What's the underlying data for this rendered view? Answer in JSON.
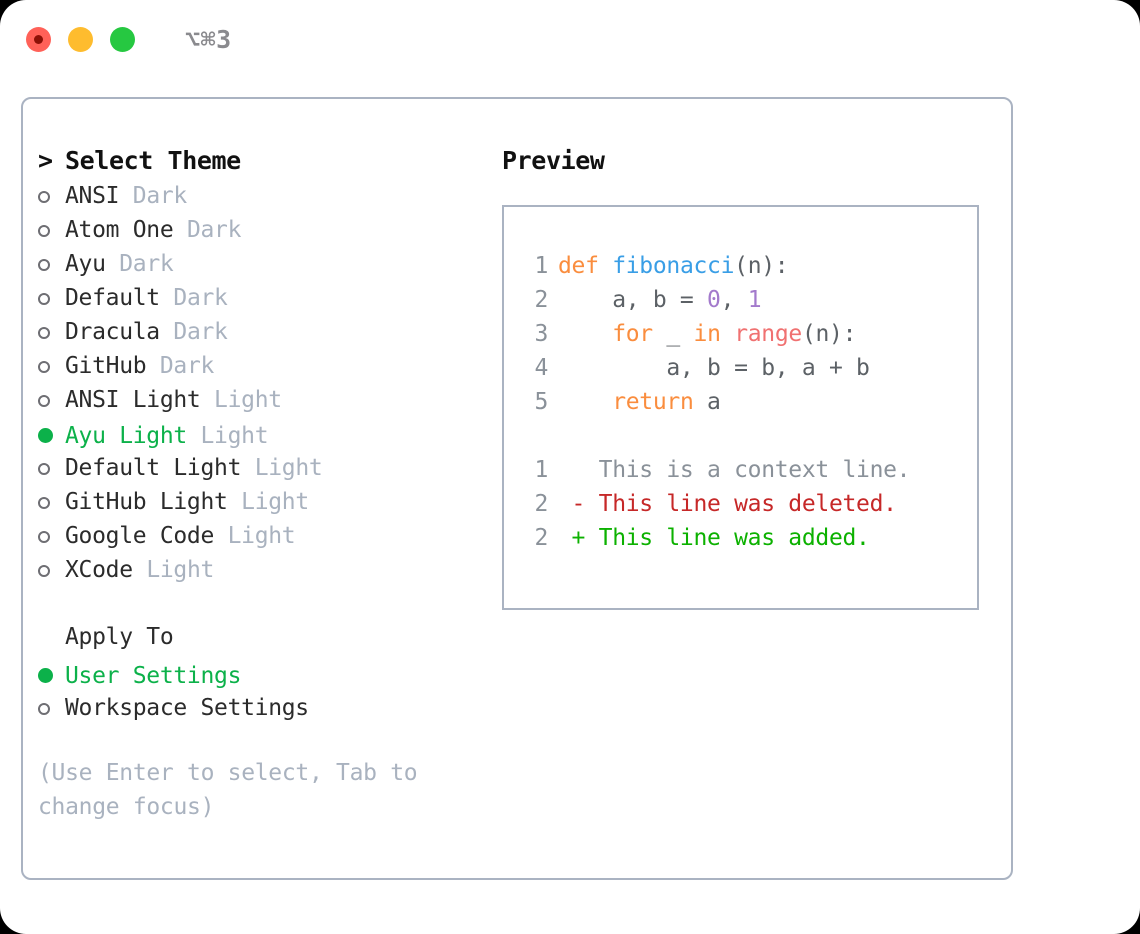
{
  "titlebar": {
    "lights": [
      {
        "name": "close-button",
        "color": "#ff6158"
      },
      {
        "name": "minimize-button",
        "color": "#febc2e"
      },
      {
        "name": "maximize-button",
        "color": "#26c841"
      }
    ],
    "shortcut": "⌥⌘3"
  },
  "theme_panel": {
    "heading_caret": ">",
    "heading": "Select Theme",
    "bullet_selected": "●",
    "bullet_unselected": "○",
    "themes": [
      {
        "label": "ANSI",
        "kind": "Dark",
        "selected": false
      },
      {
        "label": "Atom One",
        "kind": "Dark",
        "selected": false
      },
      {
        "label": "Ayu",
        "kind": "Dark",
        "selected": false
      },
      {
        "label": "Default",
        "kind": "Dark",
        "selected": false
      },
      {
        "label": "Dracula",
        "kind": "Dark",
        "selected": false
      },
      {
        "label": "GitHub",
        "kind": "Dark",
        "selected": false
      },
      {
        "label": "ANSI Light",
        "kind": "Light",
        "selected": false
      },
      {
        "label": "Ayu Light",
        "kind": "Light",
        "selected": true
      },
      {
        "label": "Default Light",
        "kind": "Light",
        "selected": false
      },
      {
        "label": "GitHub Light",
        "kind": "Light",
        "selected": false
      },
      {
        "label": "Google Code",
        "kind": "Light",
        "selected": false
      },
      {
        "label": "XCode",
        "kind": "Light",
        "selected": false
      }
    ],
    "apply_to_label": "Apply To",
    "apply_to_options": [
      {
        "label": "User Settings",
        "selected": true
      },
      {
        "label": "Workspace Settings",
        "selected": false
      }
    ],
    "hint": "(Use Enter to select, Tab to change focus)"
  },
  "preview": {
    "title": "Preview",
    "code_lines": [
      {
        "num": "1",
        "tokens": [
          {
            "t": "def ",
            "cls": "tok-kw"
          },
          {
            "t": "fibonacci",
            "cls": "tok-fn"
          },
          {
            "t": "(n):",
            "cls": "tok-pln"
          }
        ]
      },
      {
        "num": "2",
        "tokens": [
          {
            "t": "    a, b = ",
            "cls": "tok-pln"
          },
          {
            "t": "0",
            "cls": "tok-num"
          },
          {
            "t": ", ",
            "cls": "tok-pln"
          },
          {
            "t": "1",
            "cls": "tok-num"
          }
        ]
      },
      {
        "num": "3",
        "tokens": [
          {
            "t": "    ",
            "cls": "tok-pln"
          },
          {
            "t": "for",
            "cls": "tok-kw"
          },
          {
            "t": " _ ",
            "cls": "tok-pln"
          },
          {
            "t": "in",
            "cls": "tok-kw"
          },
          {
            "t": " ",
            "cls": "tok-pln"
          },
          {
            "t": "range",
            "cls": "tok-call"
          },
          {
            "t": "(n):",
            "cls": "tok-pln"
          }
        ]
      },
      {
        "num": "4",
        "tokens": [
          {
            "t": "        a, b = b, a + b",
            "cls": "tok-pln"
          }
        ]
      },
      {
        "num": "5",
        "tokens": [
          {
            "t": "    ",
            "cls": "tok-pln"
          },
          {
            "t": "return",
            "cls": "tok-kw"
          },
          {
            "t": " a",
            "cls": "tok-pln"
          }
        ]
      }
    ],
    "diff_lines": [
      {
        "num": "1",
        "tokens": [
          {
            "t": "   This is a context line.",
            "cls": "tok-ctx"
          }
        ]
      },
      {
        "num": "2",
        "tokens": [
          {
            "t": " - This line was deleted.",
            "cls": "tok-del"
          }
        ]
      },
      {
        "num": "2",
        "tokens": [
          {
            "t": " + This line was added.",
            "cls": "tok-add"
          }
        ]
      }
    ]
  },
  "colors": {
    "accent_green": "#0cb14a",
    "border": "#aab3c2",
    "muted": "#a9b2bf",
    "keyword": "#fa8d3e",
    "function": "#399ee6",
    "number": "#a37acc",
    "call": "#f07171",
    "diff_delete": "#c62828",
    "diff_add": "#0cb100"
  }
}
